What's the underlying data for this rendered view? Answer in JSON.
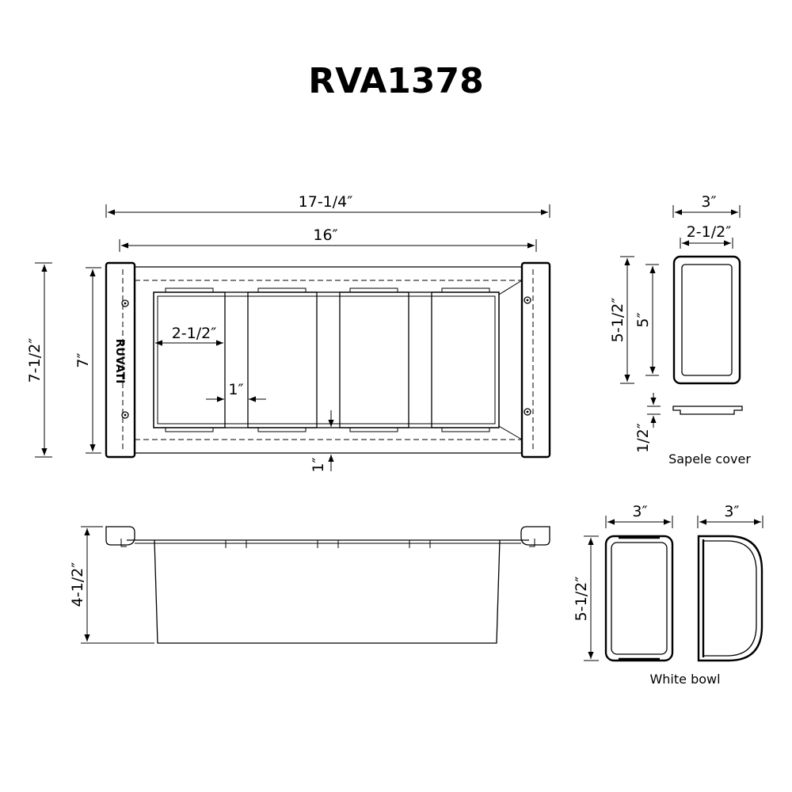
{
  "title": "RVA1378",
  "logo_text": "RUVATI",
  "top_view": {
    "overall_length": "17-1/4″",
    "inner_length": "16″",
    "overall_width": "7-1/2″",
    "inner_width": "7″",
    "compartment_width": "2-1/2″",
    "divider_width": "1″",
    "rim_height": "1″"
  },
  "side_view": {
    "depth": "4-1/2″"
  },
  "sapele_cover": {
    "caption": "Sapele cover",
    "outer_width": "3″",
    "inner_width": "2-1/2″",
    "outer_length": "5-1/2″",
    "inner_length": "5″",
    "thickness": "1/2″"
  },
  "white_bowl": {
    "caption": "White bowl",
    "width": "3″",
    "length": "5-1/2″",
    "side_width": "3″"
  }
}
